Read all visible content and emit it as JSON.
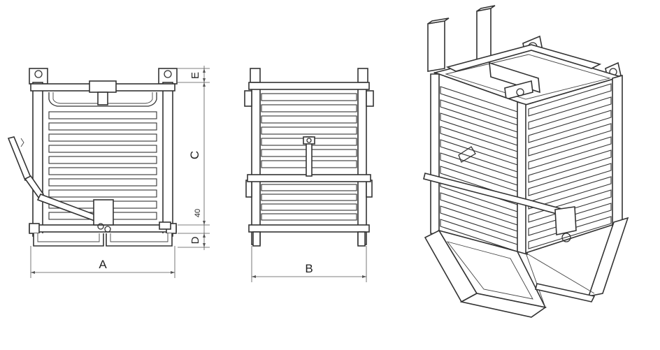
{
  "diagram": {
    "views": [
      "front-view",
      "side-view",
      "isometric-view"
    ],
    "dimensions": {
      "A": "A",
      "B": "B",
      "C": "C",
      "D": "D",
      "E": "E",
      "gap": "40"
    },
    "colors": {
      "line": "#333333",
      "background": "#ffffff"
    }
  }
}
